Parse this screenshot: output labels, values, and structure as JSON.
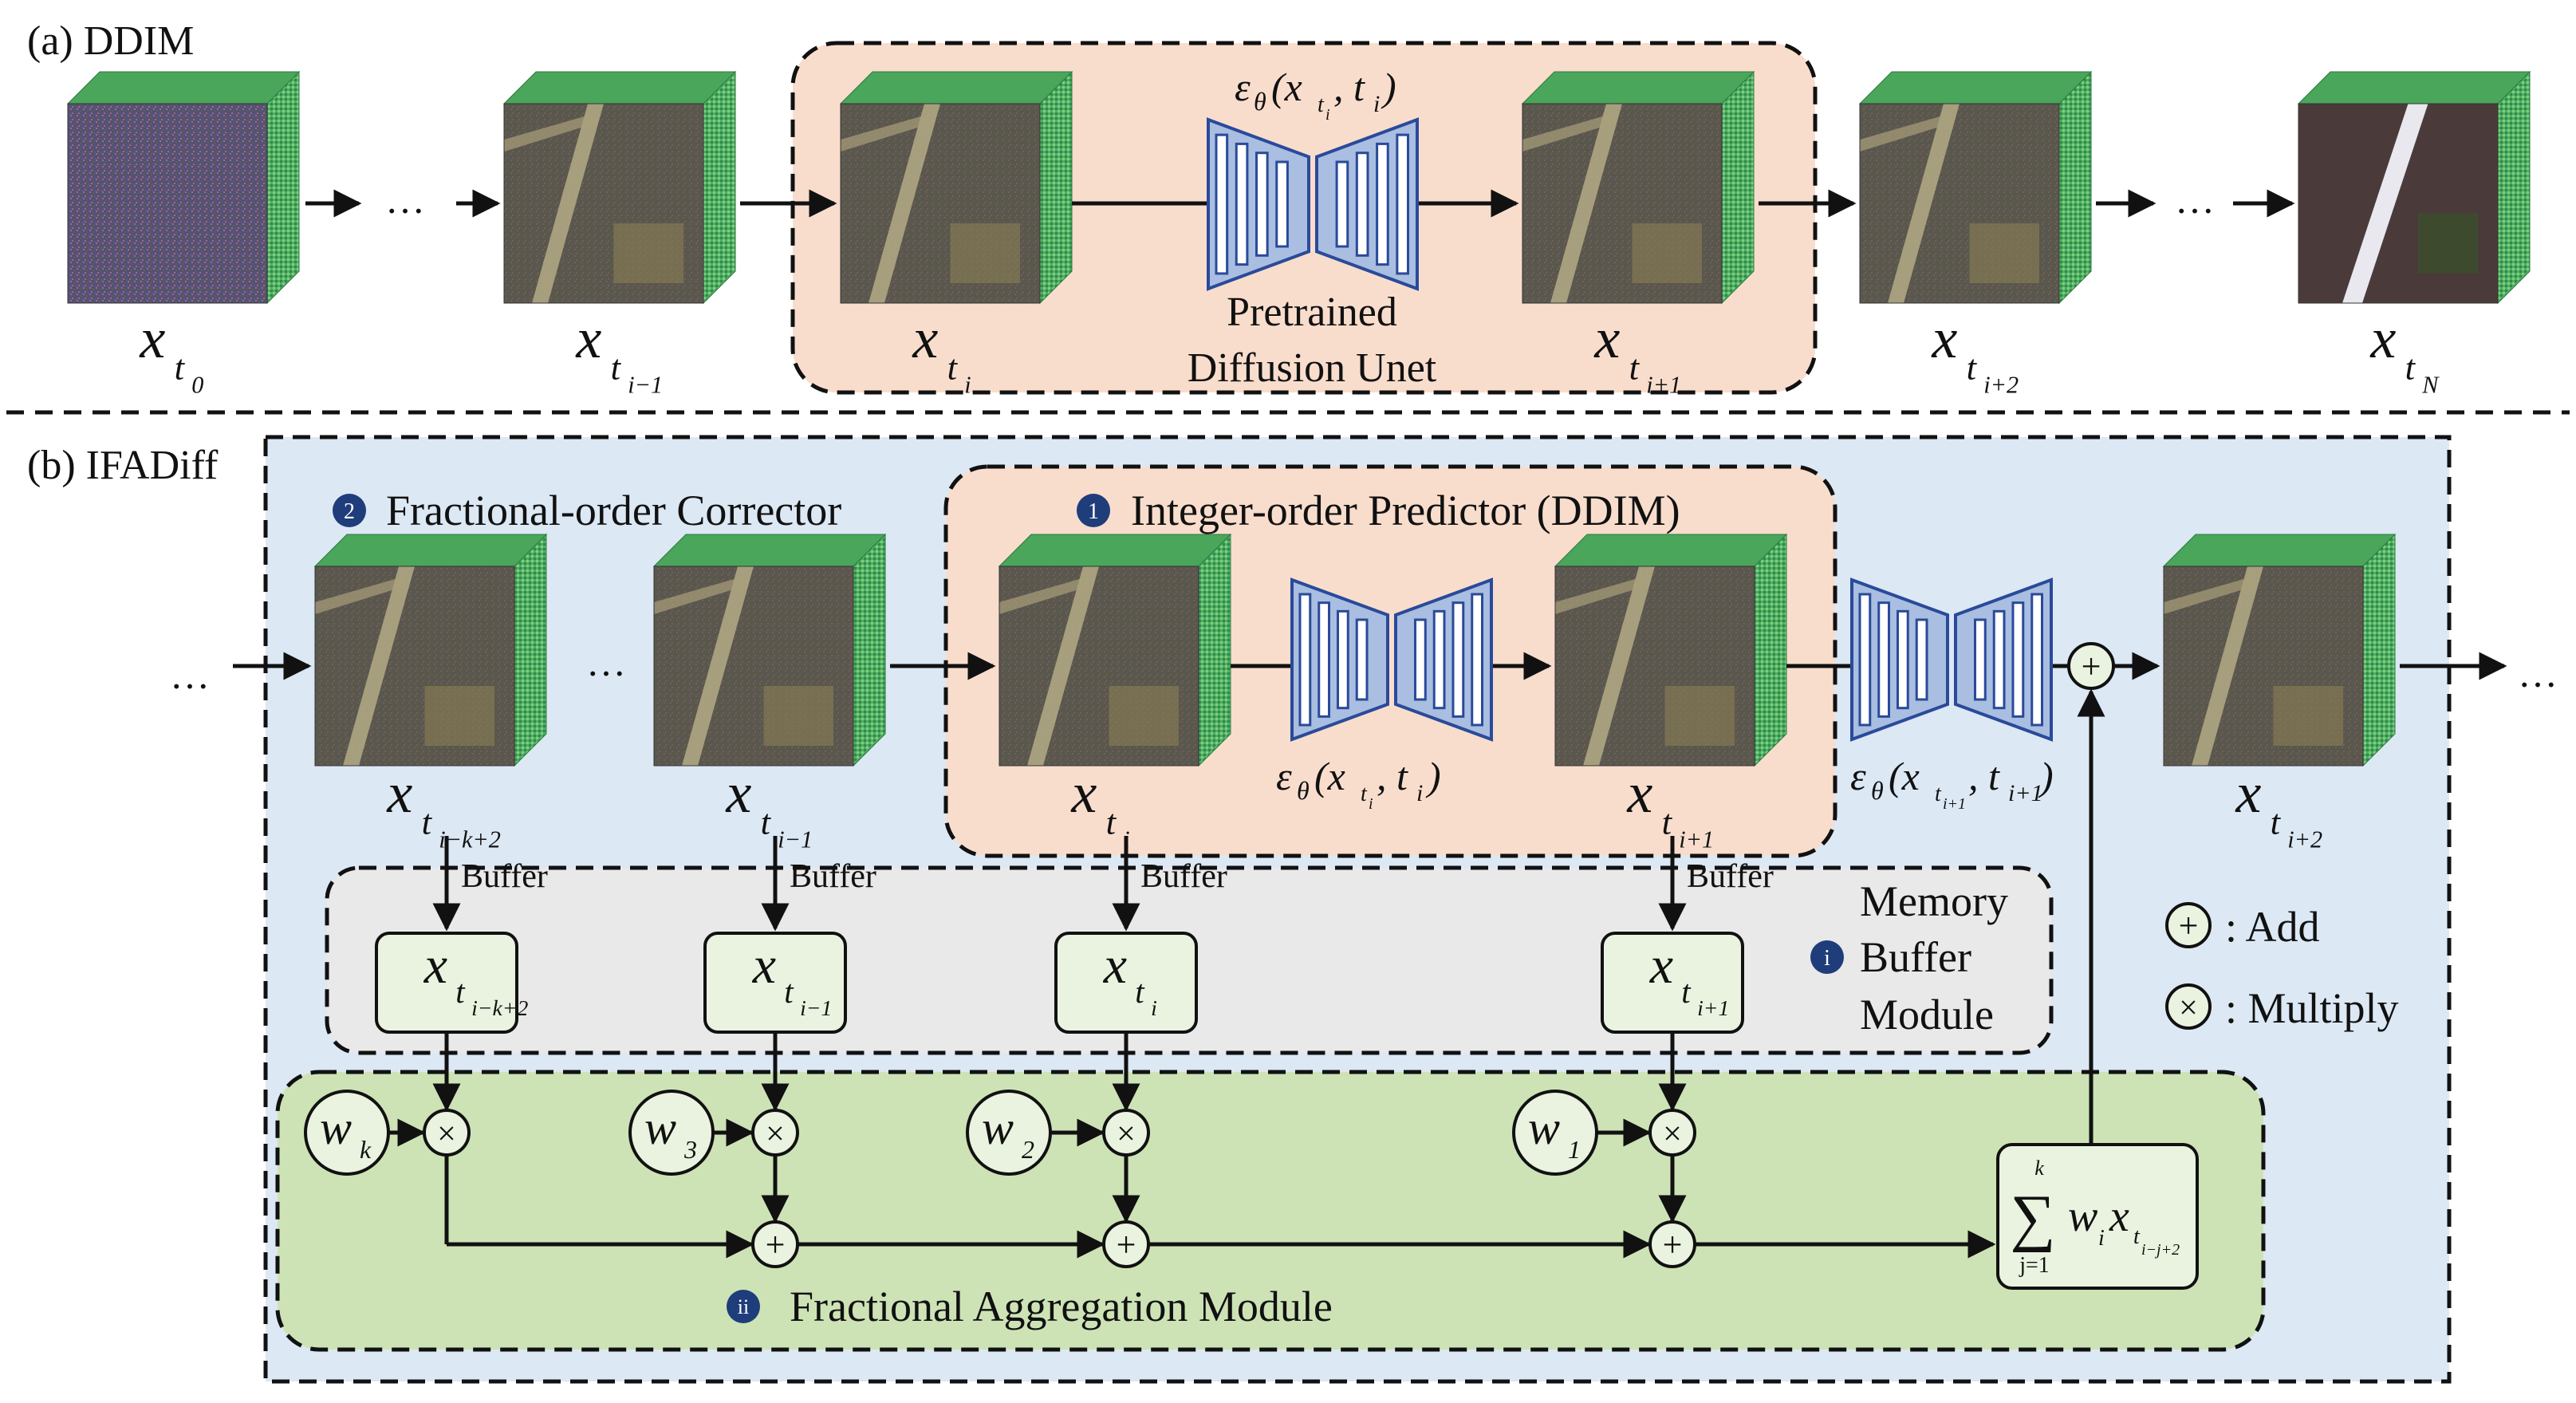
{
  "colors": {
    "panel_a_highlight": "#f8ddcd",
    "panel_b_background": "#dce8f4",
    "memory_buffer_background": "#e9e9e9",
    "aggregation_background": "#cde3b6",
    "buffer_box_fill": "#eaf3df",
    "weight_circle_fill": "#eaf3df",
    "unet_fill": "#a9bee0",
    "unet_stroke": "#2a4a9a",
    "badge_fill": "#1f3d7a",
    "cube_front_dark": "#4a4a30",
    "cube_side_green": "#56b86a",
    "cube_top_green": "#4aa65a"
  },
  "panel_a": {
    "label": "(a) DDIM",
    "unet_caption_1": "Pretrained",
    "unet_caption_2": "Diffusion Unet",
    "epsilon": "ε",
    "epsilon_sub": "θ",
    "eps_args_open": "(x",
    "eps_args_sub": "t",
    "eps_args_subsub": "i",
    "eps_args_mid": ", t",
    "eps_args_t_sub": "i",
    "eps_args_close": ")",
    "cubes": [
      {
        "x": "x",
        "t": "t",
        "sub": "0",
        "kind": "noise"
      },
      {
        "x": "x",
        "t": "t",
        "sub": "i−1",
        "kind": "noisy"
      },
      {
        "x": "x",
        "t": "t",
        "sub": "i",
        "kind": "noisy"
      },
      {
        "x": "x",
        "t": "t",
        "sub": "i+1",
        "kind": "noisy"
      },
      {
        "x": "x",
        "t": "t",
        "sub": "i+2",
        "kind": "noisy"
      },
      {
        "x": "x",
        "t": "t",
        "sub": "N",
        "kind": "clean"
      }
    ],
    "ellipses": [
      "…",
      "…"
    ]
  },
  "panel_b": {
    "label": "(b) IFADiff",
    "corrector_badge": "2",
    "corrector_title": "Fractional-order Corrector",
    "predictor_badge": "1",
    "predictor_title": "Integer-order Predictor (DDIM)",
    "memory_badge": "i",
    "memory_title_1": "Memory",
    "memory_title_2": "Buffer",
    "memory_title_3": "Module",
    "aggregation_badge": "ii",
    "aggregation_title": "Fractional Aggregation Module",
    "buffer_label": "Buffer",
    "cubes": [
      {
        "x": "x",
        "t": "t",
        "sub": "i−k+2"
      },
      {
        "x": "x",
        "t": "t",
        "sub": "i−1"
      },
      {
        "x": "x",
        "t": "t",
        "sub": "i"
      },
      {
        "x": "x",
        "t": "t",
        "sub": "i+1"
      },
      {
        "x": "x",
        "t": "t",
        "sub": "i+2"
      }
    ],
    "buffers": [
      {
        "x": "x",
        "t": "t",
        "sub": "i−k+2"
      },
      {
        "x": "x",
        "t": "t",
        "sub": "i−1"
      },
      {
        "x": "x",
        "t": "t",
        "sub": "i"
      },
      {
        "x": "x",
        "t": "t",
        "sub": "i+1"
      }
    ],
    "weights": [
      {
        "w": "w",
        "sub": "k"
      },
      {
        "w": "w",
        "sub": "3"
      },
      {
        "w": "w",
        "sub": "2"
      },
      {
        "w": "w",
        "sub": "1"
      }
    ],
    "eps1": {
      "e": "ε",
      "theta": "θ",
      "open": "(x",
      "t": "t",
      "tsub": "i",
      "mid": ", t",
      "msub": "i",
      "close": ")"
    },
    "eps2": {
      "e": "ε",
      "theta": "θ",
      "open": "(x",
      "t": "t",
      "tsub": "i+1",
      "mid": ", t",
      "msub": "i+1",
      "close": ")"
    },
    "sum_box": {
      "sigma": "∑",
      "top": "k",
      "bottom": "j=1",
      "w": "w",
      "wsub": "i",
      "x": "x",
      "t": "t",
      "tsub": "i−j+2"
    },
    "legend_add": ": Add",
    "legend_multiply": ": Multiply",
    "plus": "+",
    "times": "×",
    "ellipses": [
      "…",
      "…",
      "…"
    ]
  }
}
